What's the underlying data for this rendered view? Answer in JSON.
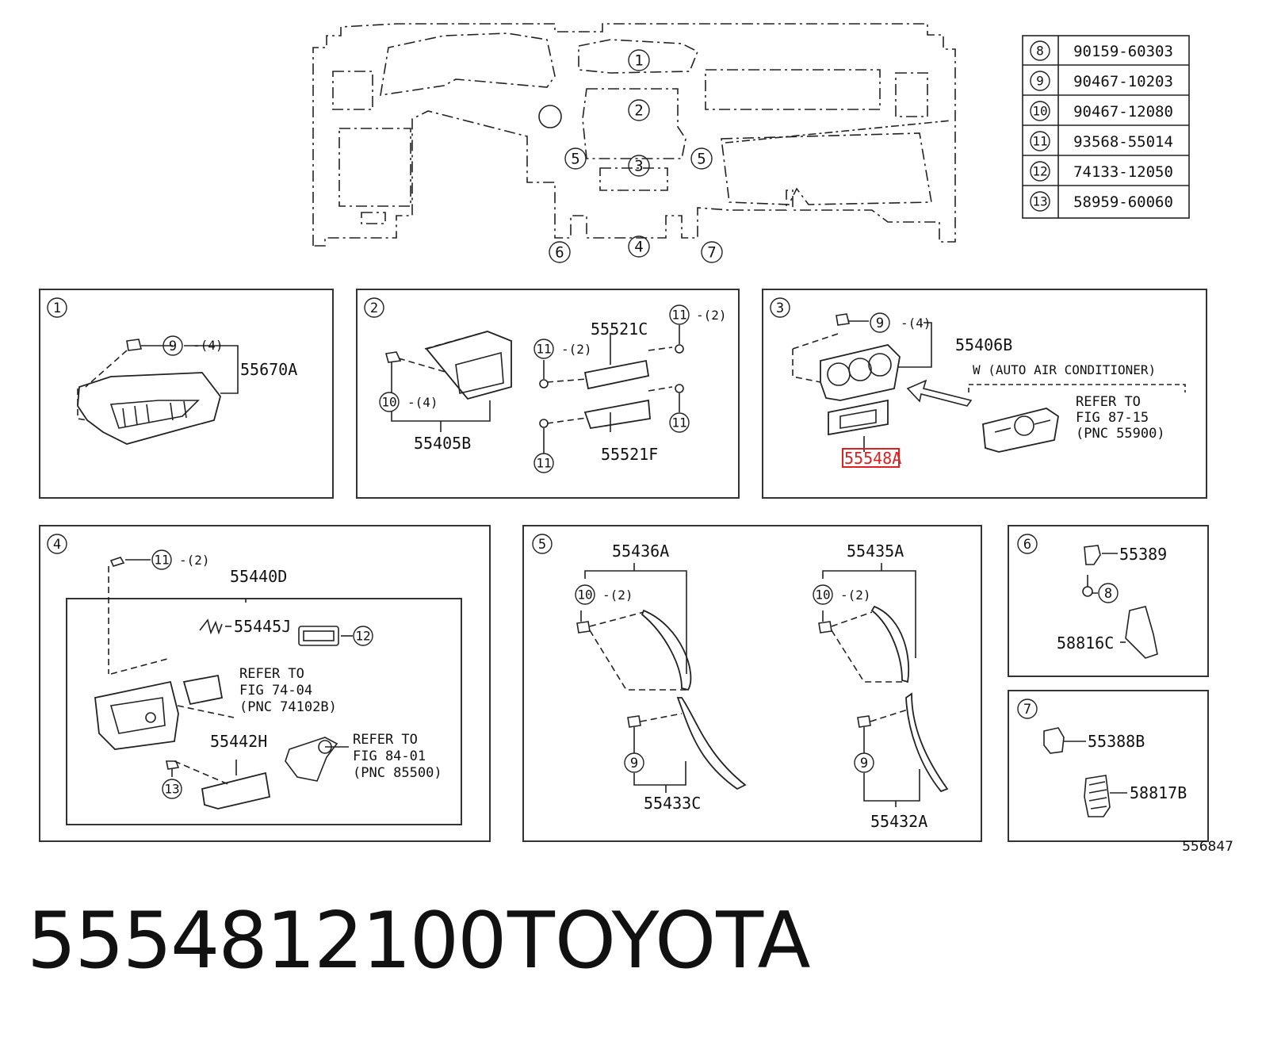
{
  "part_table": [
    {
      "ref": "8",
      "part": "90159-60303"
    },
    {
      "ref": "9",
      "part": "90467-10203"
    },
    {
      "ref": "10",
      "part": "90467-12080"
    },
    {
      "ref": "11",
      "part": "93568-55014"
    },
    {
      "ref": "12",
      "part": "74133-12050"
    },
    {
      "ref": "13",
      "part": "58959-60060"
    }
  ],
  "overview": {
    "callouts": [
      "1",
      "2",
      "3",
      "4",
      "5",
      "5",
      "6",
      "7"
    ]
  },
  "panel1": {
    "num": "1",
    "c9": "9",
    "q9": "-(4)",
    "p1": "55670A"
  },
  "panel2": {
    "num": "2",
    "c10": "10",
    "q10": "-(4)",
    "c11a": "11",
    "q11a": "-(2)",
    "c11b": "11",
    "q11b": "-(2)",
    "c11c": "11",
    "c11d": "11",
    "p1": "55405B",
    "p2": "55521C",
    "p3": "55521F"
  },
  "panel3": {
    "num": "3",
    "c9": "9",
    "q9": "-(4)",
    "p1": "55406B",
    "p2": "55548A",
    "w_label": "W (AUTO AIR CONDITIONER)",
    "refer1": "REFER TO",
    "refer2": "FIG 87-15",
    "refer3": "(PNC 55900)"
  },
  "panel4": {
    "num": "4",
    "c11": "11",
    "q11": "-(2)",
    "c12": "12",
    "c13": "13",
    "p1": "55440D",
    "p2": "55445J",
    "p3": "55442H",
    "referA1": "REFER TO",
    "referA2": "FIG 74-04",
    "referA3": "(PNC 74102B)",
    "referB1": "REFER TO",
    "referB2": "FIG 84-01",
    "referB3": "(PNC 85500)"
  },
  "panel5": {
    "num": "5",
    "c10a": "10",
    "q10a": "-(2)",
    "c10b": "10",
    "q10b": "-(2)",
    "c9a": "9",
    "c9b": "9",
    "p1": "55436A",
    "p2": "55435A",
    "p3": "55433C",
    "p4": "55432A"
  },
  "panel6": {
    "num": "6",
    "c8": "8",
    "p1": "55389",
    "p2": "58816C"
  },
  "panel7": {
    "num": "7",
    "p1": "55388B",
    "p2": "58817B"
  },
  "illustration_id": "556847",
  "title": {
    "part_number": "5554812100",
    "brand": "TOYOTA"
  },
  "highlight_color": "#e02020"
}
